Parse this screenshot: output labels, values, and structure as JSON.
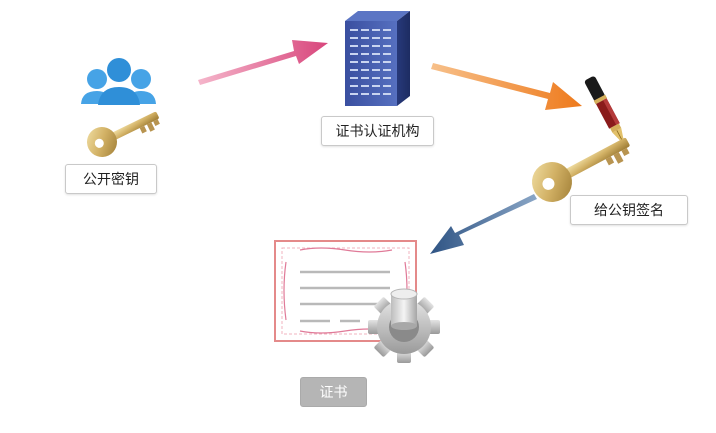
{
  "labels": {
    "public_key": "公开密钥",
    "ca": "证书认证机构",
    "sign_public_key": "给公钥签名",
    "certificate": "证书"
  },
  "icons": {
    "users": "users-icon",
    "key": "key-icon",
    "server": "server-icon",
    "pen": "fountain-pen-icon",
    "certificate": "certificate-icon",
    "gear": "gear-icon"
  },
  "colors": {
    "users_blue": "#2f8fd8",
    "key_gold": "#c9a85a",
    "server_blue": "#3d5aa8",
    "arrow_pink": "#e06b94",
    "arrow_orange": "#f08a2c",
    "arrow_blue": "#4a6e9a",
    "cert_border": "#e48a8a"
  }
}
